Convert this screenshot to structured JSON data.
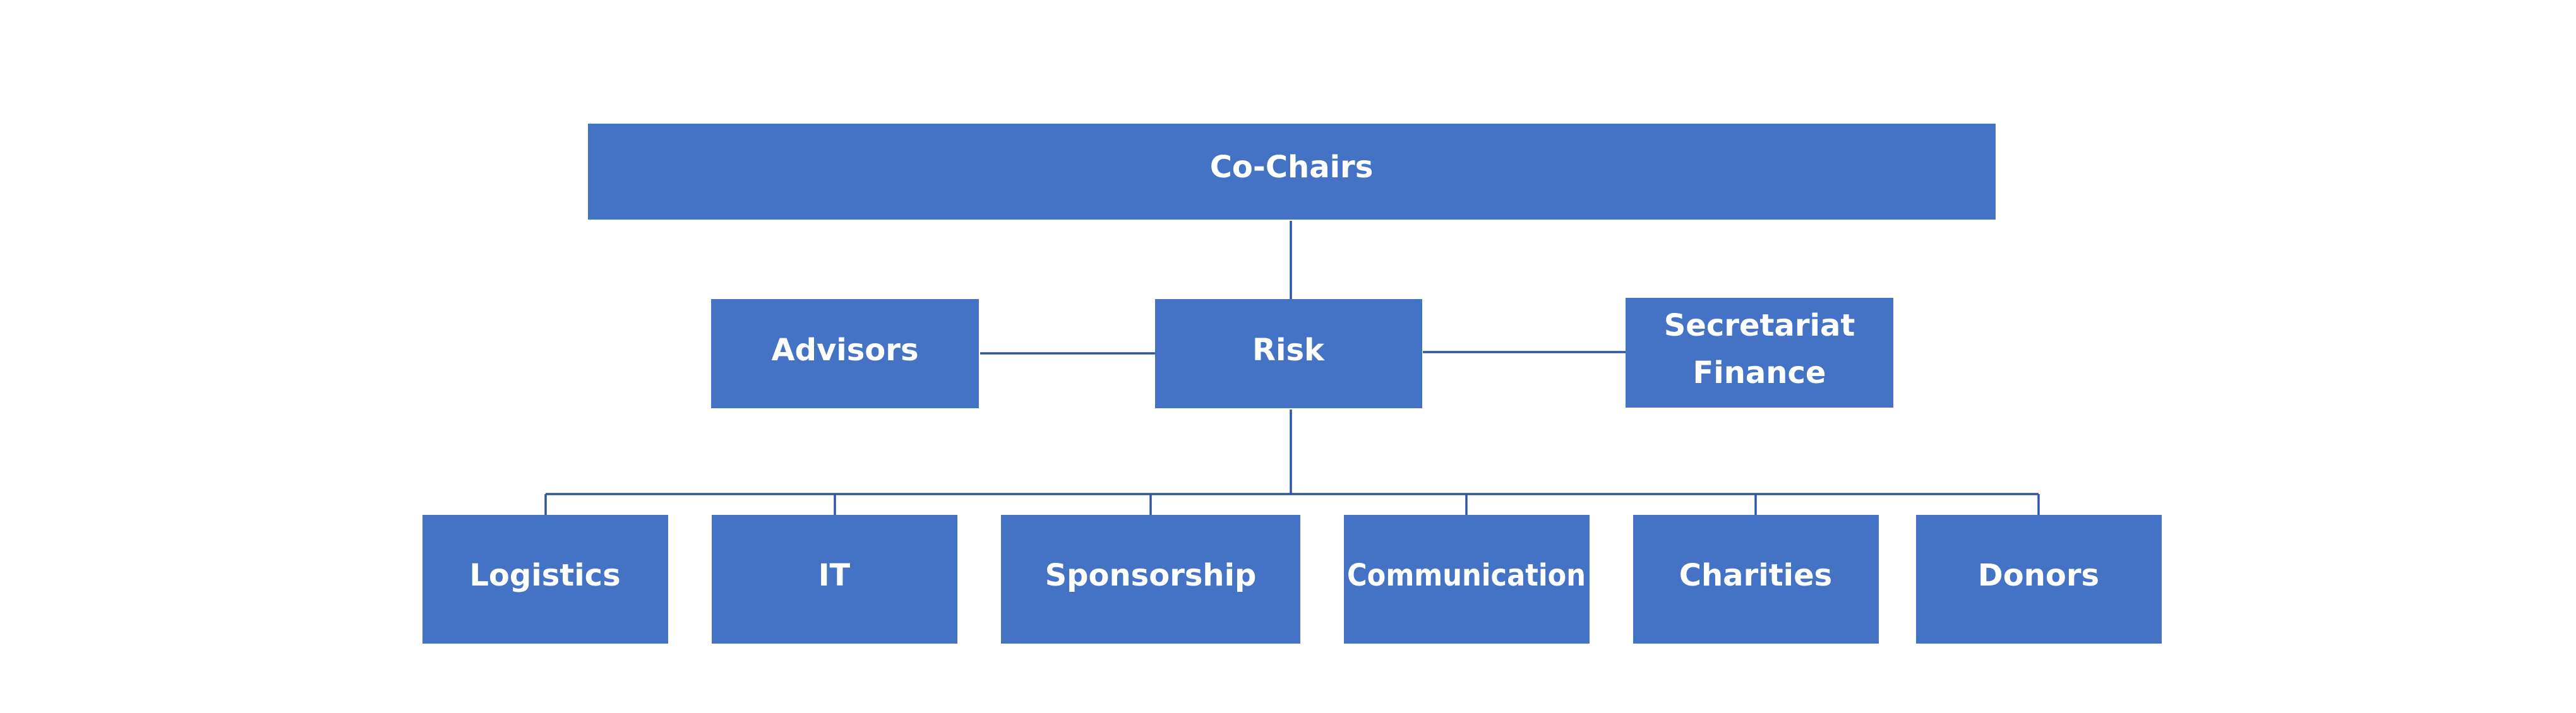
{
  "diagram": {
    "colors": {
      "node_fill": "#4472c4",
      "node_text": "#ffffff",
      "connector": "#2f55a4"
    },
    "top": {
      "label": "Co-Chairs"
    },
    "middle": {
      "advisors": {
        "label": "Advisors"
      },
      "risk": {
        "label": "Risk"
      },
      "secretariat": {
        "line1": "Secretariat",
        "line2": "Finance"
      }
    },
    "bottom": [
      {
        "label": "Logistics"
      },
      {
        "label": "IT"
      },
      {
        "label": "Sponsorship"
      },
      {
        "label": "Communication"
      },
      {
        "label": "Charities"
      },
      {
        "label": "Donors"
      }
    ]
  }
}
